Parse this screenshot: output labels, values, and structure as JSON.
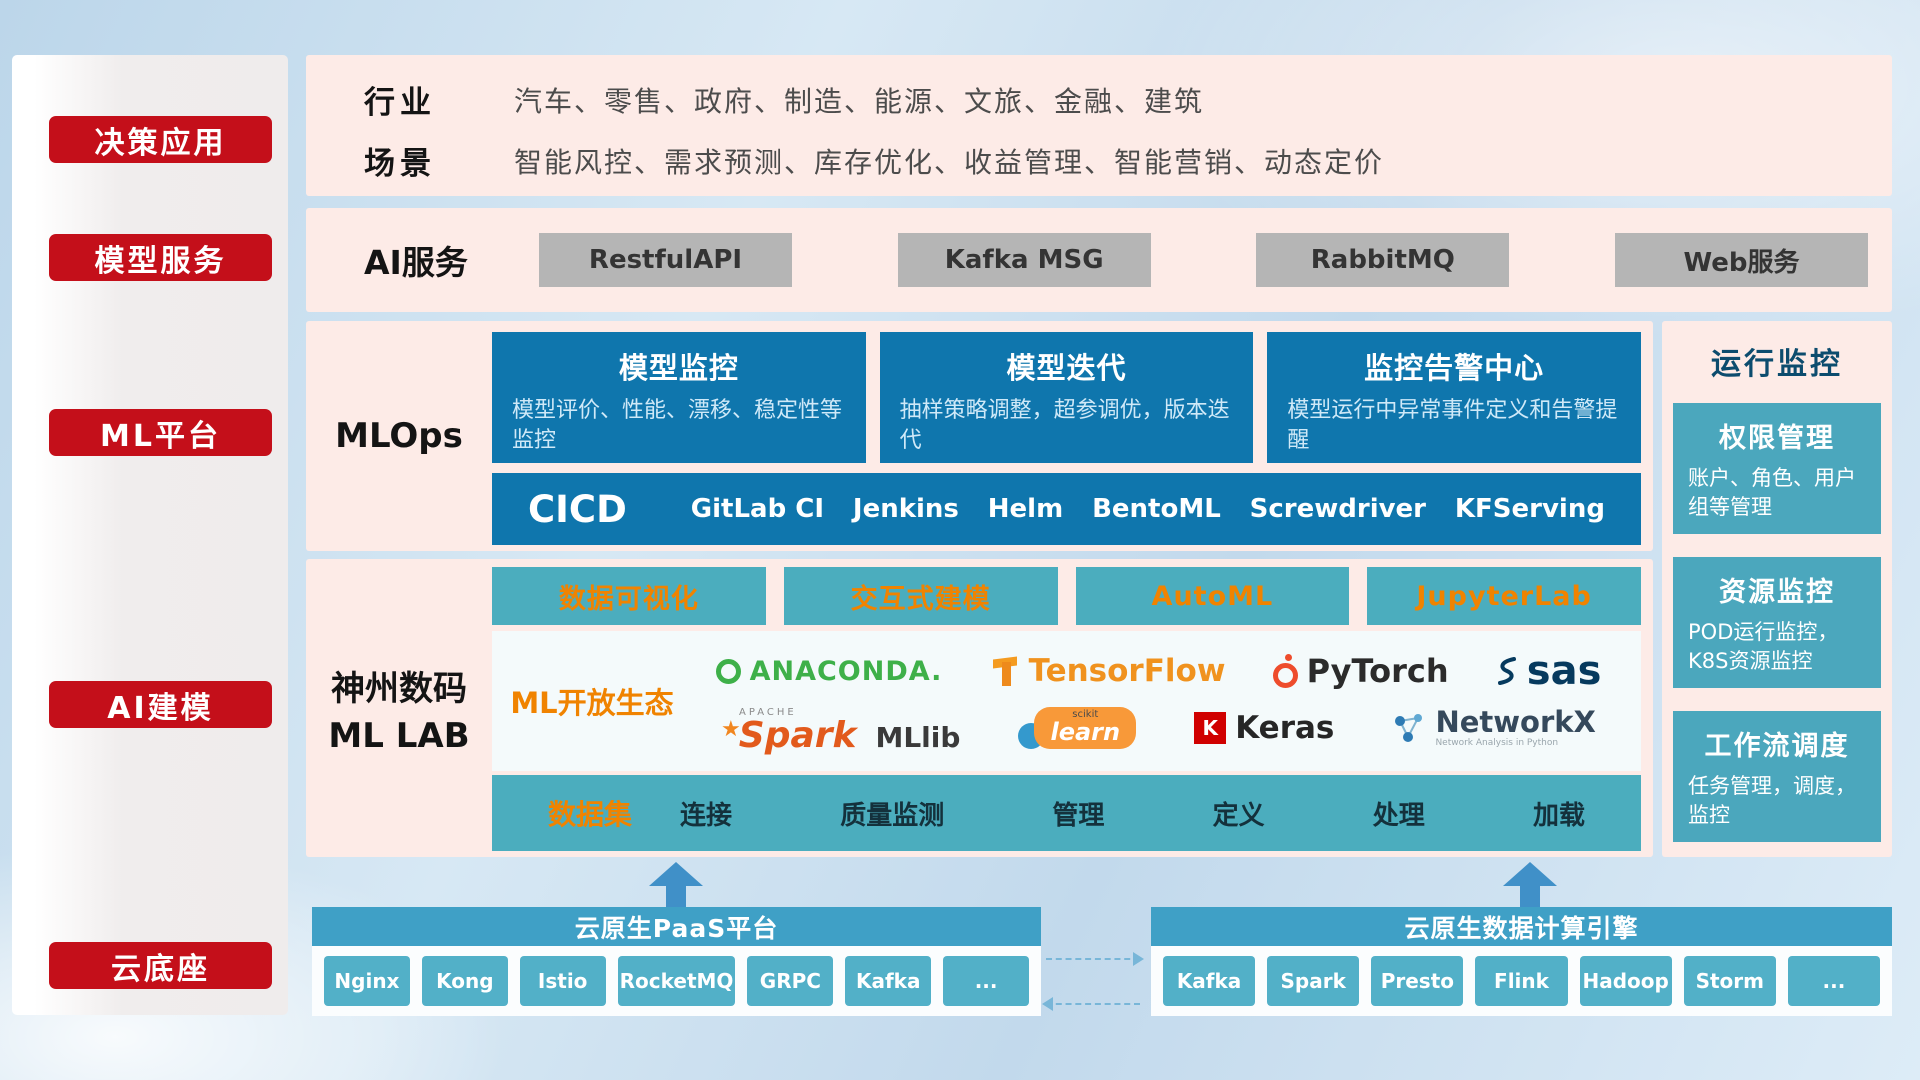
{
  "colors": {
    "red": "#c40f1a",
    "pink": "#fdebe7",
    "blue": "#0f76ad",
    "teal": "#4badbe",
    "orange": "#f08300"
  },
  "sidebar": {
    "items": [
      {
        "label": "决策应用"
      },
      {
        "label": "模型服务"
      },
      {
        "label": "ML平台"
      },
      {
        "label": "AI建模"
      },
      {
        "label": "云底座"
      }
    ]
  },
  "apps": {
    "rows": [
      {
        "label": "行业",
        "value": "汽车、零售、政府、制造、能源、文旅、金融、建筑"
      },
      {
        "label": "场景",
        "value": "智能风控、需求预测、库存优化、收益管理、智能营销、动态定价"
      }
    ]
  },
  "ai_service": {
    "label": "AI服务",
    "buttons": [
      {
        "label": "RestfulAPI"
      },
      {
        "label": "Kafka MSG"
      },
      {
        "label": "RabbitMQ"
      },
      {
        "label": "Web服务"
      }
    ]
  },
  "mlops": {
    "label": "MLOps",
    "cards": [
      {
        "title": "模型监控",
        "desc": "模型评价、性能、漂移、稳定性等监控"
      },
      {
        "title": "模型迭代",
        "desc": "抽样策略调整，超参调优，版本迭代"
      },
      {
        "title": "监控告警中心",
        "desc": "模型运行中异常事件定义和告警提醒"
      }
    ],
    "cicd_label": "CICD",
    "cicd_items": [
      {
        "label": "GitLab CI"
      },
      {
        "label": "Jenkins"
      },
      {
        "label": "Helm"
      },
      {
        "label": "BentoML"
      },
      {
        "label": "Screwdriver"
      },
      {
        "label": "KFServing"
      }
    ]
  },
  "mllab": {
    "label_line1": "神州数码",
    "label_line2": "ML LAB",
    "top_buttons": [
      {
        "label": "数据可视化"
      },
      {
        "label": "交互式建模"
      },
      {
        "label": "AutoML"
      },
      {
        "label": "JupyterLab"
      }
    ],
    "ecosystem_label": "ML开放生态",
    "logos": {
      "anaconda": "ANACONDA.",
      "tensorflow": "TensorFlow",
      "pytorch": "PyTorch",
      "sas": "sas",
      "spark_prefix": "APACHE",
      "spark_star": "★",
      "spark": "Spark",
      "mllib": "MLlib",
      "scikit_top": "scikit",
      "scikit": "learn",
      "keras_k": "K",
      "keras": "Keras",
      "networkx": "NetworkX",
      "networkx_sub": "Network Analysis in Python"
    },
    "data_row": {
      "label": "数据集",
      "items": [
        {
          "label": "连接"
        },
        {
          "label": "质量监测"
        },
        {
          "label": "管理"
        },
        {
          "label": "定义"
        },
        {
          "label": "处理"
        },
        {
          "label": "加载"
        }
      ]
    }
  },
  "monitoring": {
    "title": "运行监控",
    "cards": [
      {
        "title": "权限管理",
        "desc": "账户、角色、用户组等管理"
      },
      {
        "title": "资源监控",
        "desc": "POD运行监控，K8S资源监控"
      },
      {
        "title": "工作流调度",
        "desc": "任务管理，调度，监控"
      }
    ]
  },
  "foundation": {
    "paas": {
      "title": "云原生PaaS平台",
      "items": [
        {
          "label": "Nginx"
        },
        {
          "label": "Kong"
        },
        {
          "label": "Istio"
        },
        {
          "label": "RocketMQ"
        },
        {
          "label": "GRPC"
        },
        {
          "label": "Kafka"
        },
        {
          "label": "..."
        }
      ]
    },
    "engine": {
      "title": "云原生数据计算引擎",
      "items": [
        {
          "label": "Kafka"
        },
        {
          "label": "Spark"
        },
        {
          "label": "Presto"
        },
        {
          "label": "Flink"
        },
        {
          "label": "Hadoop"
        },
        {
          "label": "Storm"
        },
        {
          "label": "..."
        }
      ]
    }
  }
}
